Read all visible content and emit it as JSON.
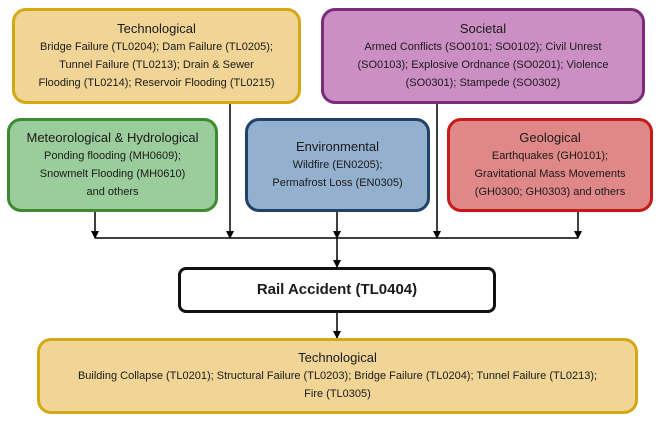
{
  "nodes": {
    "tech_top": {
      "title": "Technological",
      "lines": [
        "Bridge Failure (TL0204); Dam Failure (TL0205);",
        "Tunnel Failure (TL0213); Drain & Sewer",
        "Flooding (TL0214); Reservoir Flooding (TL0215)"
      ]
    },
    "societal": {
      "title": "Societal",
      "lines": [
        "Armed Conflicts (SO0101; SO0102); Civil Unrest",
        "(SO0103); Explosive Ordnance (SO0201); Violence",
        "(SO0301); Stampede (SO0302)"
      ]
    },
    "meteo": {
      "title": "Meteorological & Hydrological",
      "lines": [
        "Ponding flooding (MH0609);",
        "Snowmelt Flooding (MH0610)",
        "and others"
      ]
    },
    "environmental": {
      "title": "Environmental",
      "lines": [
        "Wildfire (EN0205);",
        "Permafrost Loss (EN0305)"
      ]
    },
    "geological": {
      "title": "Geological",
      "lines": [
        "Earthquakes (GH0101);",
        "Gravitational Mass Movements",
        "(GH0300; GH0303) and others"
      ]
    },
    "rail_accident": {
      "title": "Rail Accident (TL0404)"
    },
    "tech_bottom": {
      "title": "Technological",
      "lines": [
        "Building Collapse (TL0201); Structural Failure (TL0203); Bridge Failure (TL0204); Tunnel Failure (TL0213);",
        "Fire (TL0305)"
      ]
    }
  },
  "colors": {
    "technological_fill": "#f0d596",
    "technological_border": "#d4a813",
    "societal_fill": "#cc8fc4",
    "societal_border": "#7b2c78",
    "meteo_fill": "#9bcc9b",
    "meteo_border": "#3e8a30",
    "environmental_fill": "#93b0cf",
    "environmental_border": "#1e4268",
    "geological_fill": "#e08888",
    "geological_border": "#c41a1a",
    "connector": "#000000"
  }
}
